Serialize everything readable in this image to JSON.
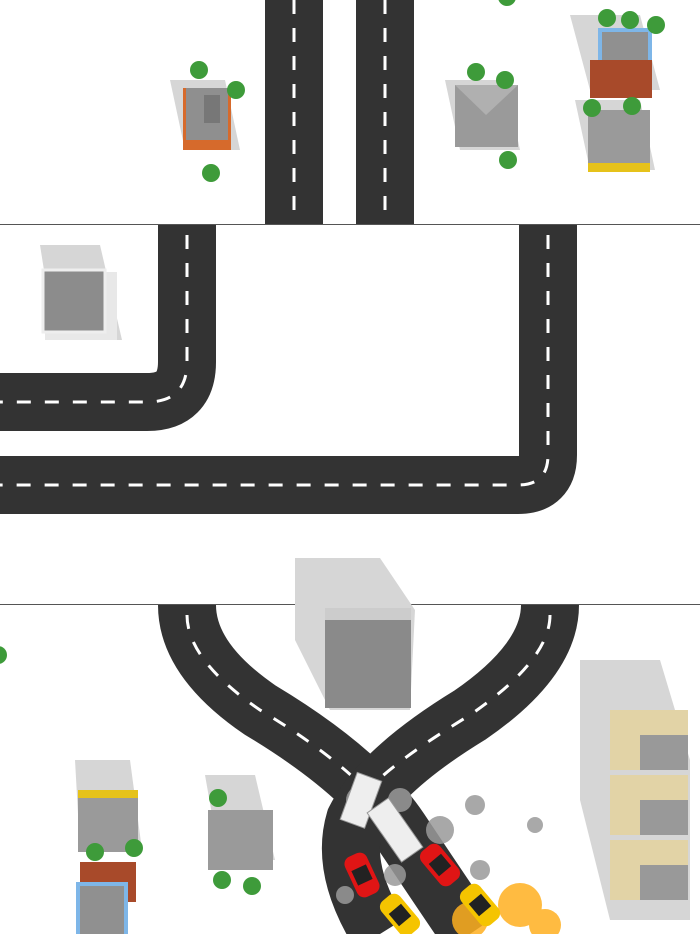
{
  "game": {
    "colors": {
      "background": "#ffffff",
      "road": "#333333",
      "lane_marking": "#ffffff",
      "divider": "#555555",
      "shadow": "#d6d6d6",
      "tree": "#3e9b3a",
      "building_gray": "#8f8f8f",
      "building_orange": "#d66a2c",
      "building_beige": "#e2d3a6",
      "car_red": "#e01515",
      "car_yellow": "#f5c400",
      "truck_white": "#eeeeee",
      "smoke": "#9a9a9a",
      "fire": "#ffb020"
    },
    "levels": [
      "level-1-parallel-roads",
      "level-2-corner-roads",
      "level-3-crossing-roads"
    ],
    "state": "crash"
  }
}
